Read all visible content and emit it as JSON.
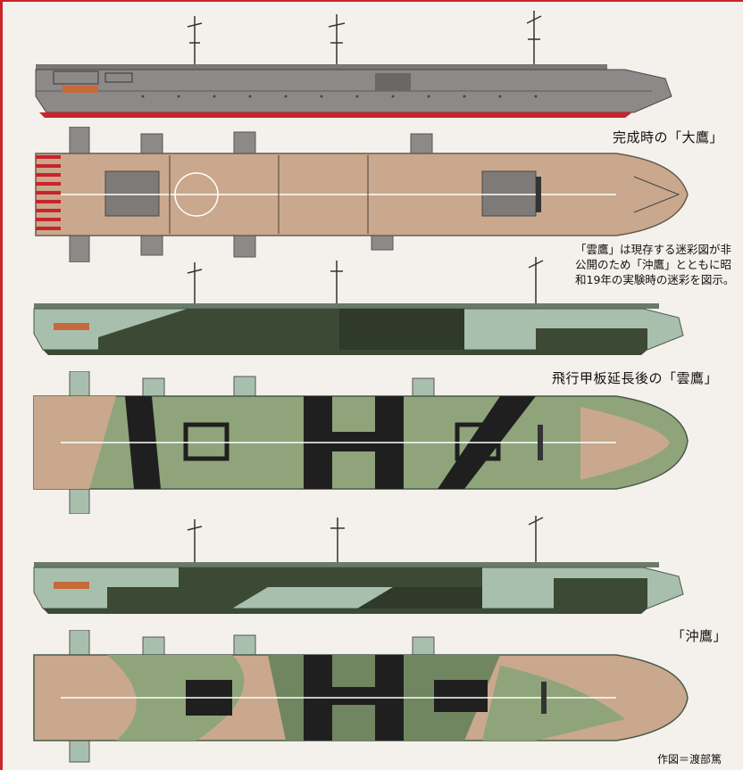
{
  "captions": {
    "taiyo": "完成時の「大鷹」",
    "unyo": "飛行甲板延長後の「雲鷹」",
    "chuyo": "「沖鷹」"
  },
  "note": {
    "line1": "「雲鷹」は現存する迷彩図が非",
    "line2": "公開のため「沖鷹」とともに昭",
    "line3": "和19年の実験時の迷彩を図示。"
  },
  "credit": "作図＝渡部篤",
  "colors": {
    "hull_gray": "#8c8a88",
    "deck_tan": "#c9a88d",
    "camo_dark": "#3c4a35",
    "camo_light": "#a9bfae",
    "camo_mid": "#8fa47a",
    "accent_red": "#c8242b"
  }
}
